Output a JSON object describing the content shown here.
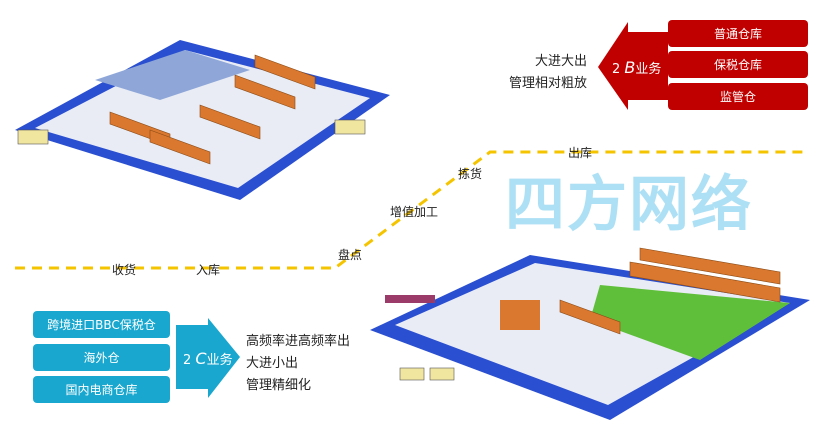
{
  "b2b": {
    "label_num": "2",
    "label_letter": "B",
    "label_suffix": "业务",
    "items": [
      "普通仓库",
      "保税仓库",
      "监管仓"
    ],
    "desc": [
      "大进大出",
      "管理相对粗放"
    ],
    "color": "#c00000"
  },
  "b2c": {
    "label_num": "2",
    "label_letter": "C",
    "label_suffix": "业务",
    "items": [
      "跨境进口BBC保税仓",
      "海外仓",
      "国内电商仓库"
    ],
    "desc": [
      "高频率进高频率出",
      "大进小出",
      "管理精细化"
    ],
    "color": "#1aa7cf"
  },
  "flow": {
    "steps": [
      "收货",
      "入库",
      "盘点",
      "增值加工",
      "拣货",
      "出库"
    ],
    "color": "#f5c400"
  },
  "watermark": "四方网络"
}
